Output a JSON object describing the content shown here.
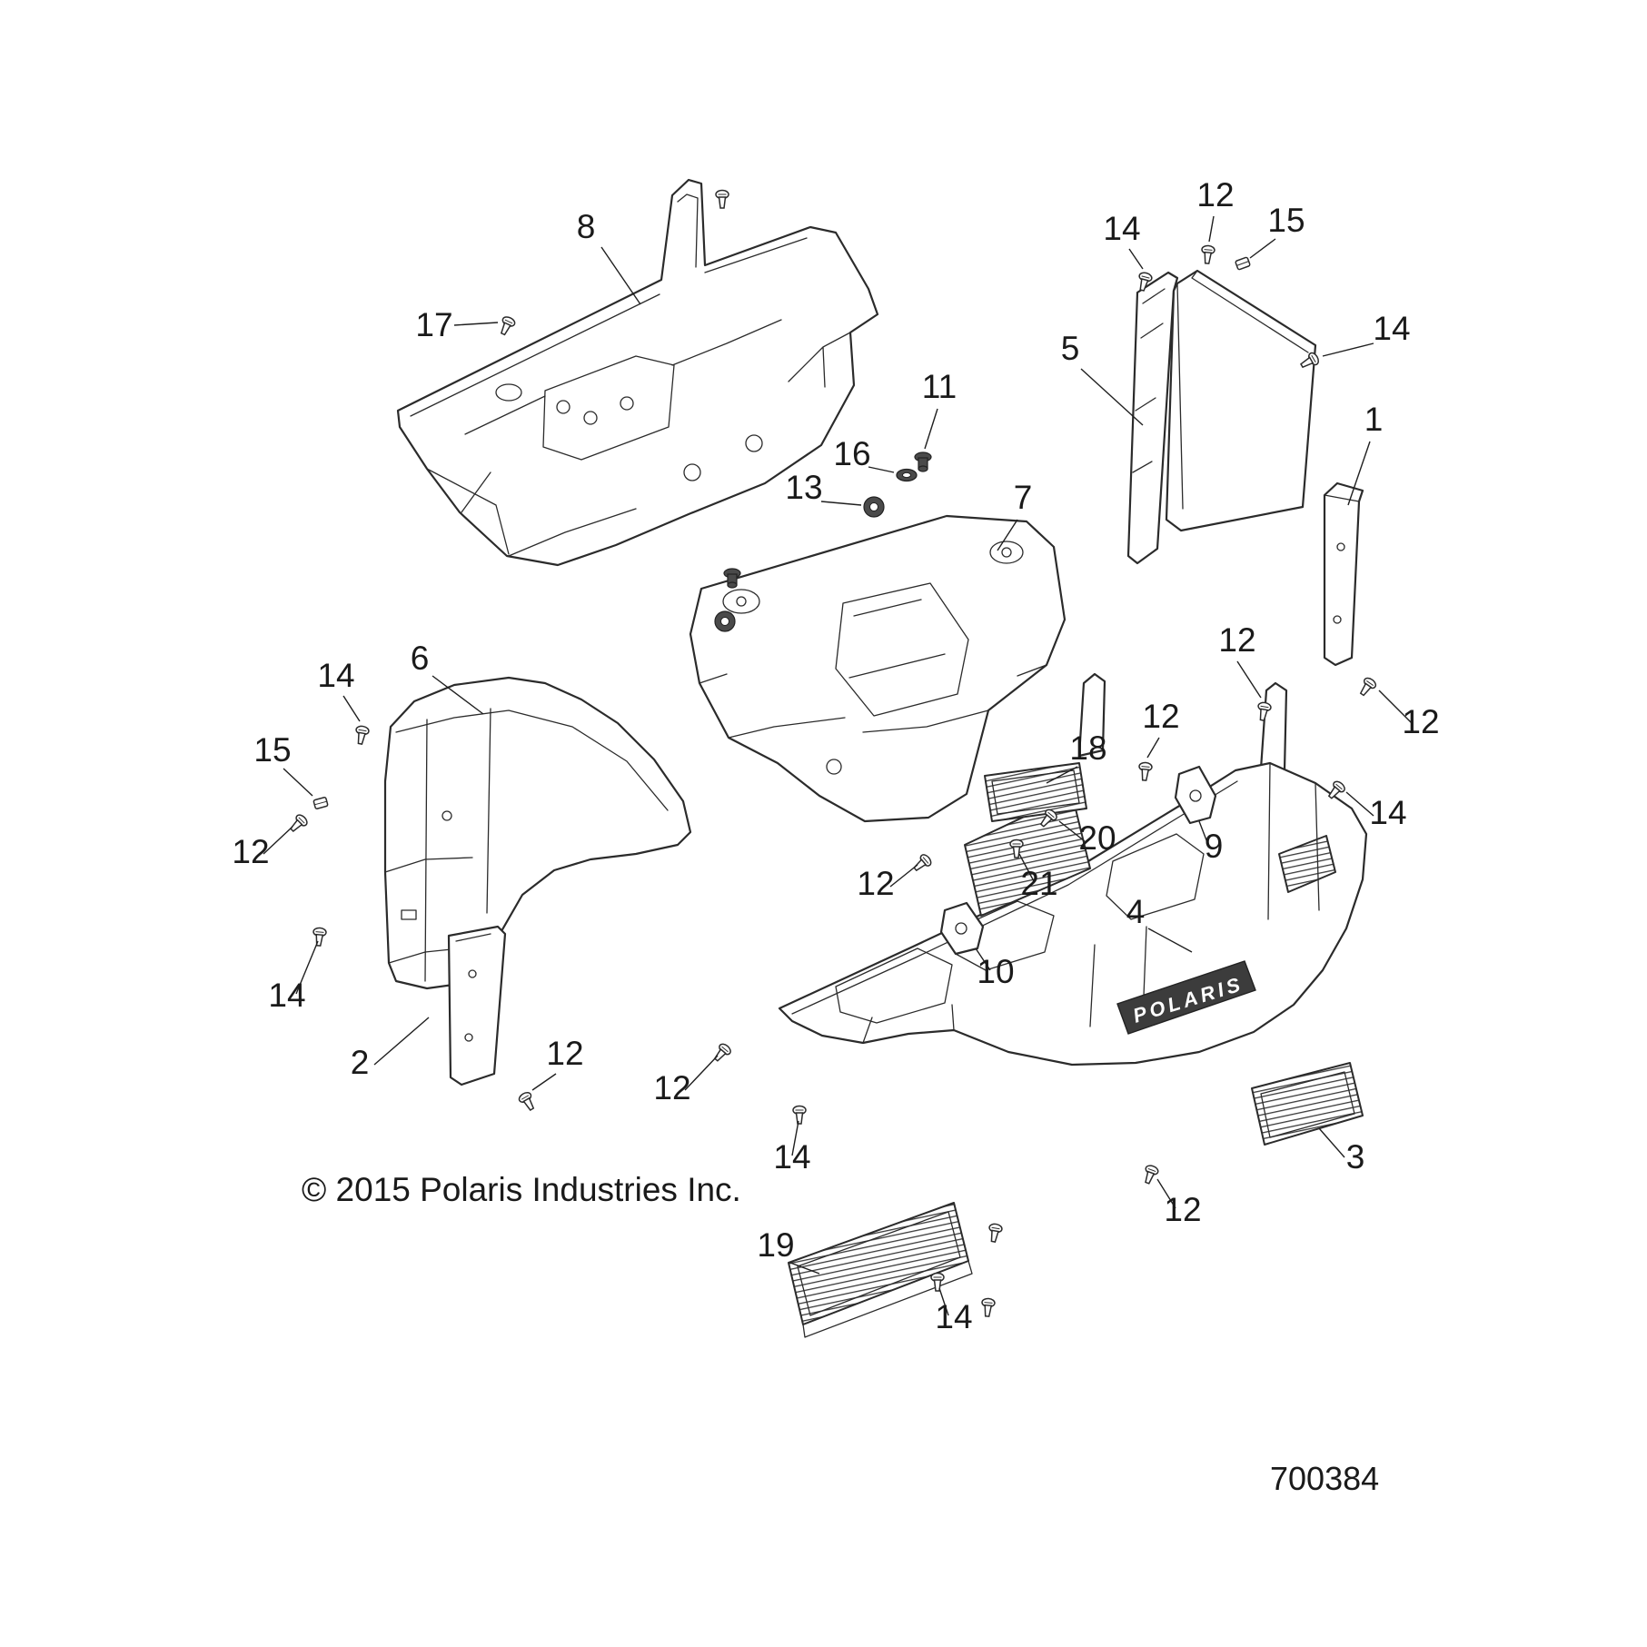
{
  "meta": {
    "copyright": "© 2015 Polaris Industries Inc.",
    "drawing_number": "700384",
    "brand_text": "POLARIS"
  },
  "colors": {
    "ink": "#2b2b2b",
    "background": "#ffffff",
    "dark_fastener": "#4a4a4a"
  },
  "callouts": [
    {
      "label": "8"
    },
    {
      "label": "17"
    },
    {
      "label": "14"
    },
    {
      "label": "12"
    },
    {
      "label": "15"
    },
    {
      "label": "14"
    },
    {
      "label": "5"
    },
    {
      "label": "1"
    },
    {
      "label": "11"
    },
    {
      "label": "16"
    },
    {
      "label": "13"
    },
    {
      "label": "7"
    },
    {
      "label": "12"
    },
    {
      "label": "12"
    },
    {
      "label": "6"
    },
    {
      "label": "14"
    },
    {
      "label": "15"
    },
    {
      "label": "12"
    },
    {
      "label": "12"
    },
    {
      "label": "18"
    },
    {
      "label": "20"
    },
    {
      "label": "9"
    },
    {
      "label": "14"
    },
    {
      "label": "21"
    },
    {
      "label": "12"
    },
    {
      "label": "4"
    },
    {
      "label": "14"
    },
    {
      "label": "10"
    },
    {
      "label": "2"
    },
    {
      "label": "12"
    },
    {
      "label": "12"
    },
    {
      "label": "14"
    },
    {
      "label": "3"
    },
    {
      "label": "12"
    },
    {
      "label": "19"
    },
    {
      "label": "14"
    }
  ]
}
